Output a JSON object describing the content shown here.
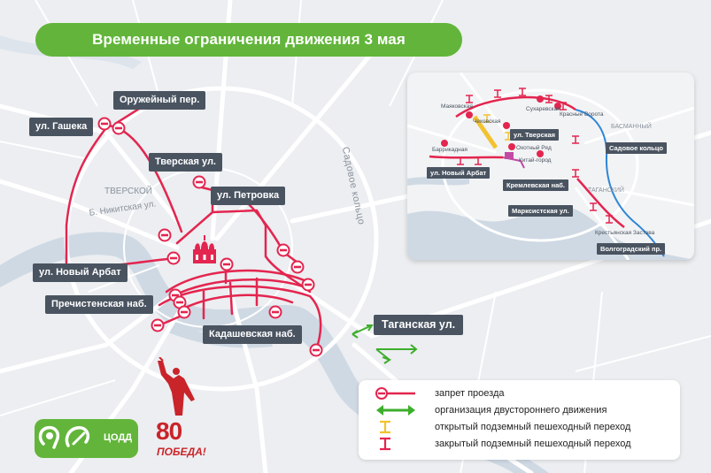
{
  "title": "Временные ограничения движения 3 мая",
  "colors": {
    "restriction": "#e3254f",
    "two_way": "#3dae2b",
    "brand_green": "#62b53a",
    "label_bg": "#4a5461",
    "river": "#cfd9e4",
    "metro_ring": "#2f86d6",
    "pedestrian_open": "#f2c230"
  },
  "street_labels": {
    "oruzheyny": "Оружейный пер.",
    "gasheka": "ул. Гашека",
    "tverskaya": "Тверская ул.",
    "petrovka": "ул. Петровка",
    "noviy_arbat": "ул. Новый Арбат",
    "prechistenskaya": "Пречистенская наб.",
    "kadashevskaya": "Кадашевская наб.",
    "taganskaya": "Таганская ул."
  },
  "district_labels": {
    "tverskoy": "ТВЕРСКОЙ",
    "nikitskaya": "Б. Никитская ул.",
    "sadovoe": "Садовое кольцо"
  },
  "inset": {
    "labels": {
      "tverskaya": "ул. Тверская",
      "sadovoe": "Садовое кольцо",
      "noviy_arbat": "ул. Новый Арбат",
      "kremlevskaya": "Кремлевская наб.",
      "marksistskaya": "Марксистская ул.",
      "volgogradsky": "Волгоградский пр."
    },
    "districts": {
      "basmanny": "БАСМАННЫЙ",
      "tagansky": "ТАГАНСКИЙ"
    },
    "stations": {
      "mayakovskaya": "Маяковская",
      "chekhovskaya": "Чеховская",
      "sukharevskaya": "Сухаревская",
      "krasnye_vorota": "Красные Ворота",
      "okhotny_ryad": "Охотный Ряд",
      "kitay_gorod": "Китай-город",
      "barrikadnaya": "Баррикадная",
      "krestyanskaya": "Крестьянская Застава"
    }
  },
  "legend": [
    {
      "icon": "no-entry-icon",
      "text": "запрет проезда"
    },
    {
      "icon": "two-way-arrow-icon",
      "text": "организация двустороннего движения"
    },
    {
      "icon": "open-underpass-icon",
      "text": "открытый подземный пешеходный переход"
    },
    {
      "icon": "closed-underpass-icon",
      "text": "закрытый подземный пешеходный переход"
    }
  ],
  "logo": {
    "text": "ЦОДД",
    "icon": "codd-logo-icon"
  },
  "pobeda": {
    "number": "80",
    "word": "ПОБЕДА!",
    "icon": "motherland-statue-icon"
  }
}
